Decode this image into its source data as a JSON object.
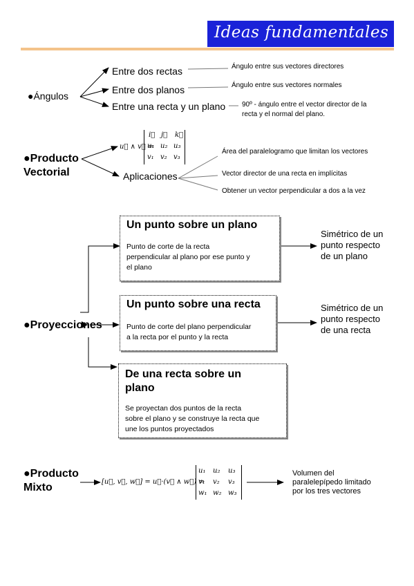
{
  "header": {
    "title": "Ideas fundamentales"
  },
  "angulos": {
    "label": "●Ángulos",
    "items": [
      {
        "label": "Entre dos rectas",
        "detail": "Ángulo entre sus vectores directores"
      },
      {
        "label": "Entre dos planos",
        "detail": "Ángulo entre sus vectores normales"
      },
      {
        "label": "Entre una recta y un plano",
        "detail_line1": "90º - ángulo entre el vector director de la",
        "detail_line2": "recta y el normal del plano."
      }
    ]
  },
  "producto_vectorial": {
    "label_line1": "●Producto",
    "label_line2": "Vectorial",
    "formula_lhs": "u⃗ ∧ v⃗ =",
    "matrix": [
      [
        "i⃗",
        "j⃗",
        "k⃗"
      ],
      [
        "u₁",
        "u₂",
        "u₃"
      ],
      [
        "v₁",
        "v₂",
        "v₃"
      ]
    ],
    "aplicaciones_label": "Aplicaciones",
    "aplicaciones": [
      "Área del paralelogramo que limitan los vectores",
      "Vector director de una recta en implícitas",
      "Obtener un vector perpendicular a dos a la vez"
    ]
  },
  "proyecciones": {
    "label": "●Proyecciones",
    "boxes": [
      {
        "title": "Un punto sobre un plano",
        "body_line1": "Punto de corte de la recta",
        "body_line2": "perpendicular al plano por ese punto y",
        "body_line3": "el plano",
        "result_line1": "Simétrico de un",
        "result_line2": "punto respecto",
        "result_line3": "de un plano"
      },
      {
        "title": "Un punto sobre una recta",
        "body_line1": "Punto de corte del plano perpendicular",
        "body_line2": "a la recta por el punto y la recta",
        "result_line1": "Simétrico de un",
        "result_line2": "punto respecto",
        "result_line3": "de una recta"
      },
      {
        "title_line1": "De una recta sobre un",
        "title_line2": "plano",
        "body_line1": "Se proyectan dos puntos de la recta",
        "body_line2": "sobre el plano y se construye la recta que",
        "body_line3": "une los puntos proyectados"
      }
    ]
  },
  "producto_mixto": {
    "label_line1": "●Producto",
    "label_line2": "Mixto",
    "formula": "[u⃗, v⃗, w⃗] = u⃗·(v⃗ ∧ w⃗) =",
    "matrix": [
      [
        "u₁",
        "u₂",
        "u₃"
      ],
      [
        "v₁",
        "v₂",
        "v₃"
      ],
      [
        "w₁",
        "w₂",
        "w₃"
      ]
    ],
    "result_line1": "Volumen del",
    "result_line2": "paralelepípedo limitado",
    "result_line3": "por los tres vectores"
  }
}
